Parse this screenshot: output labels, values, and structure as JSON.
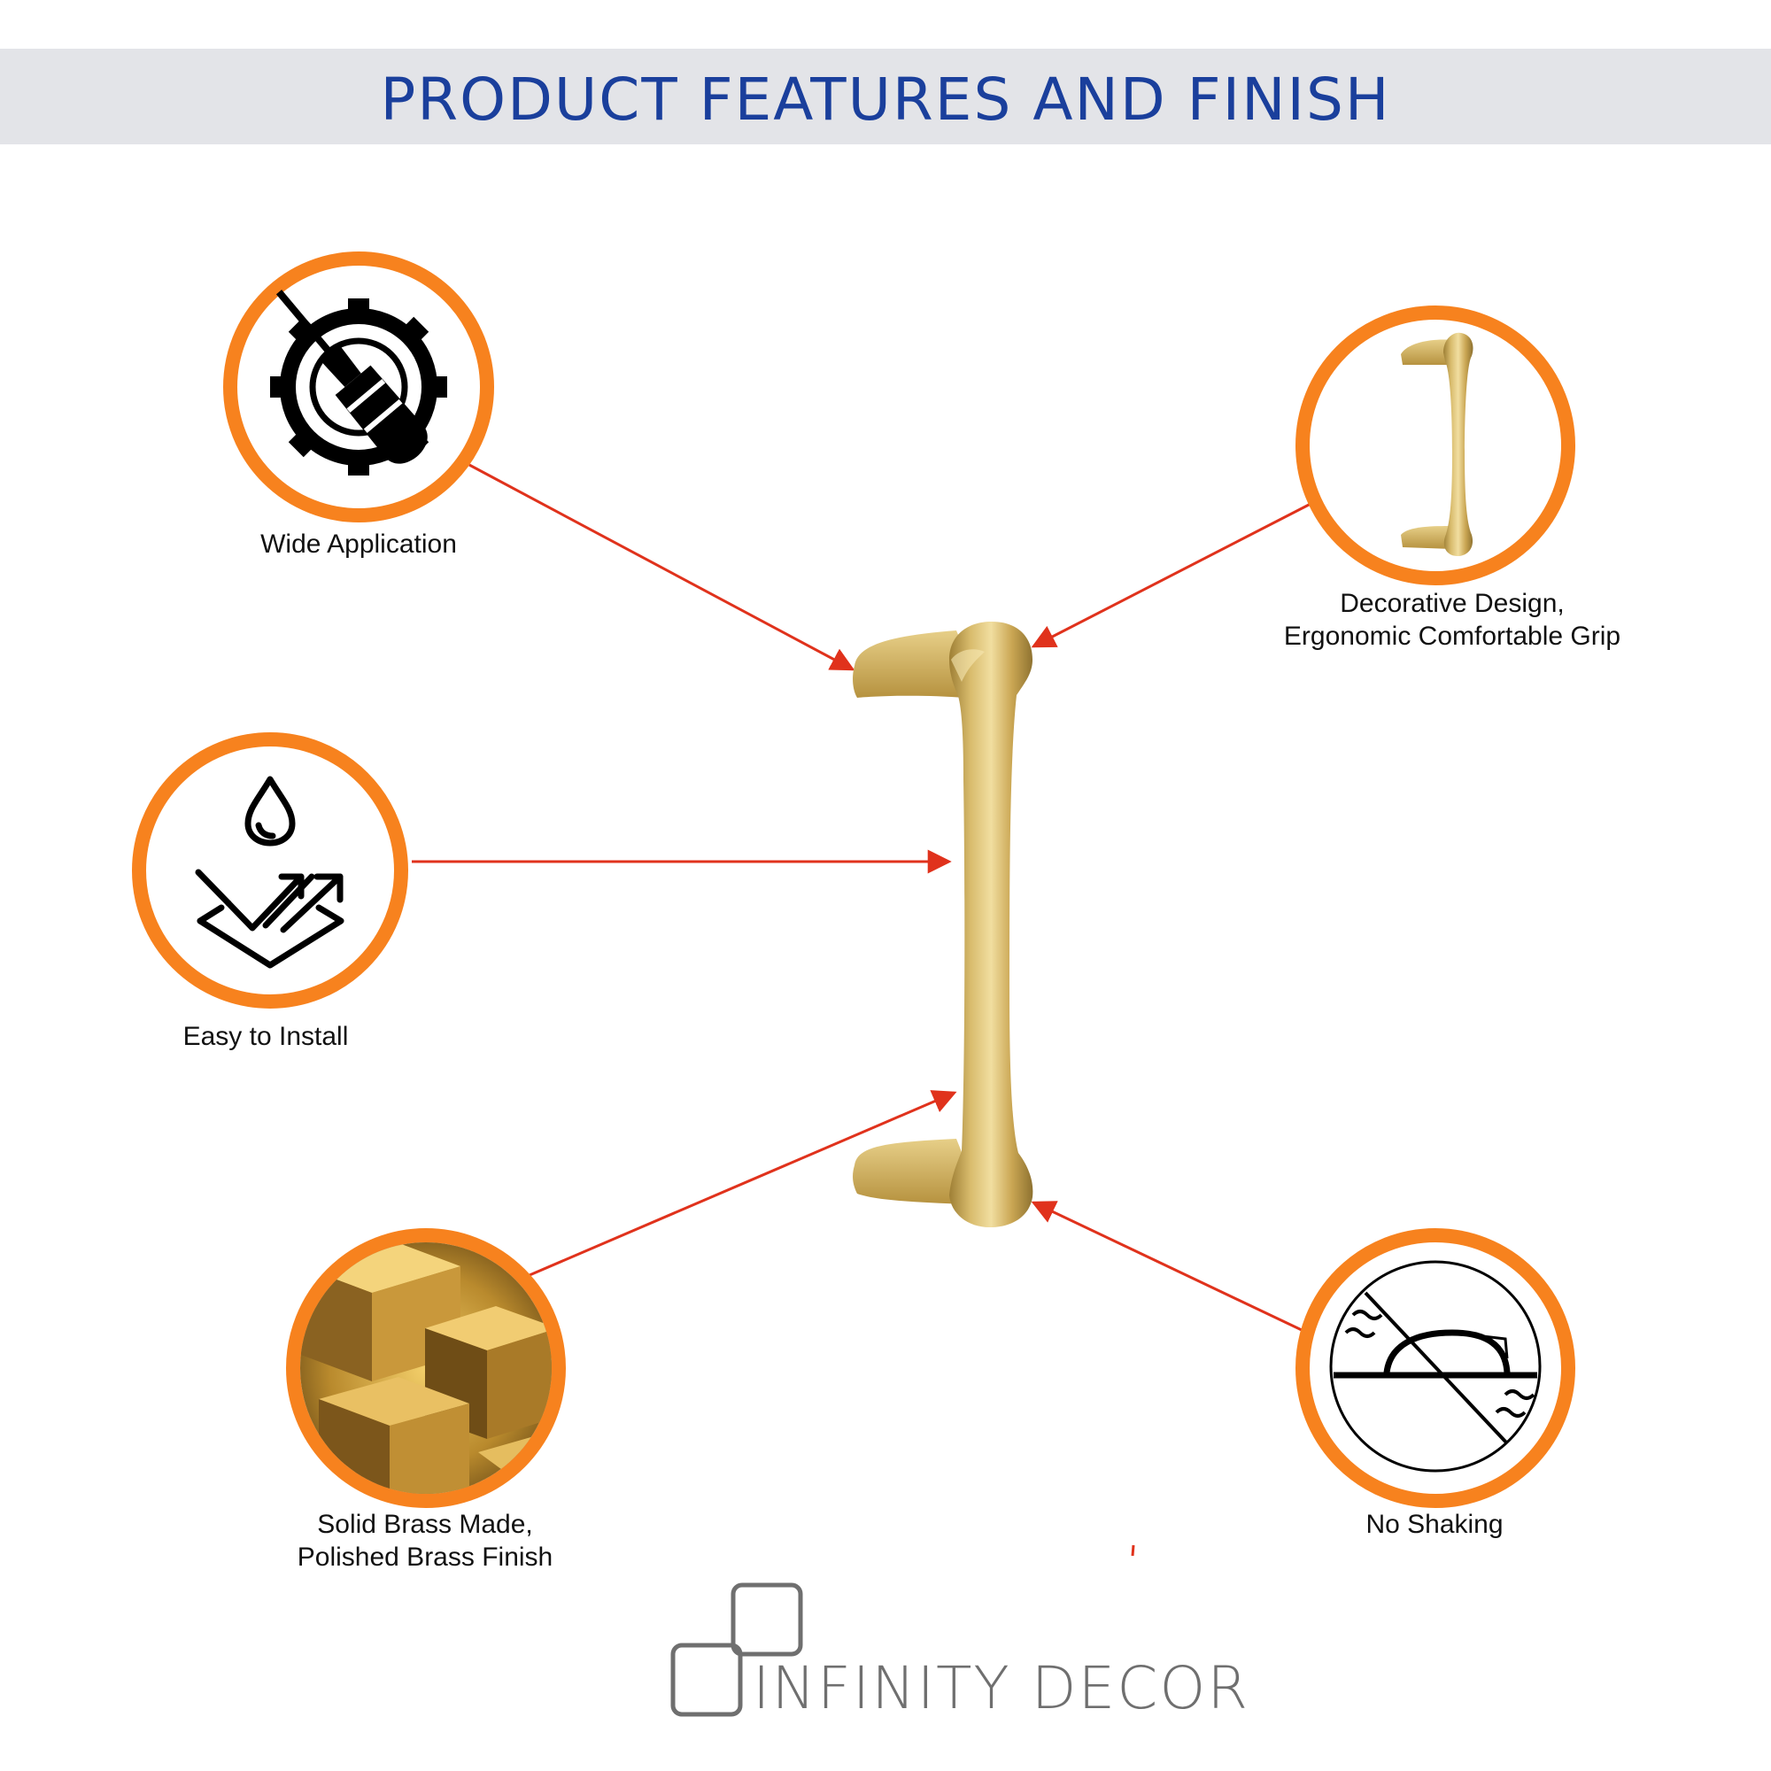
{
  "header": {
    "title": "PRODUCT FEATURES AND FINISH"
  },
  "colors": {
    "accent_ring": "#f7821e",
    "arrow": "#e0321c",
    "title": "#1a3f9c",
    "brass": "#c9a650",
    "brand": "#6f6f6f"
  },
  "features": [
    {
      "caption_lines": [
        "Wide Application"
      ],
      "icon": "gear-screwdriver-icon"
    },
    {
      "caption_lines": [
        "Decorative Design,",
        "Ergonomic Comfortable Grip"
      ],
      "icon": "handle-thumbnail"
    },
    {
      "caption_lines": [
        "Easy to Install"
      ],
      "icon": "water-drop-layers-icon"
    },
    {
      "caption_lines": [
        "Solid Brass Made,",
        "Polished Brass Finish"
      ],
      "icon": "brass-cubes-image"
    },
    {
      "caption_lines": [
        "No Shaking"
      ],
      "icon": "no-shaking-icon"
    }
  ],
  "brand": {
    "name": "INFINITY DECOR"
  }
}
